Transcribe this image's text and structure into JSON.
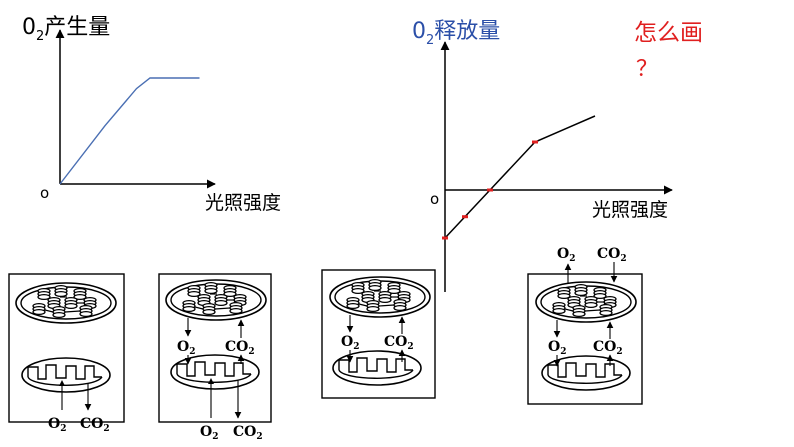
{
  "chart_left": {
    "ylabel_main": "0",
    "ylabel_sub": "2",
    "ylabel_rest": "产生量",
    "xlabel": "光照强度",
    "origin": "o"
  },
  "chart_right": {
    "ylabel_main": "0",
    "ylabel_sub": "2",
    "ylabel_rest": "释放量",
    "xlabel": "光照强度",
    "origin": "o",
    "question_line1": "怎么画",
    "question_line2": "？"
  },
  "chemicals": {
    "o": "O",
    "co": "CO",
    "sub2": "2"
  },
  "colors": {
    "left_curve": "#4a6fb3",
    "right_ylabel": "#2b4fa8",
    "question": "#e02020",
    "marker": "#e02020"
  },
  "chart_data": [
    {
      "type": "line",
      "series": [
        {
          "x": [
            0,
            0.5,
            0.85,
            1.0,
            1.55
          ],
          "y": [
            0,
            0.55,
            0.9,
            1.0,
            1.0
          ]
        }
      ]
    },
    {
      "type": "line",
      "series": [
        {
          "x": [
            0,
            0.45,
            0.9,
            1.5
          ],
          "y": [
            -0.48,
            0,
            0.48,
            0.74
          ]
        }
      ],
      "markers": [
        0,
        0.2,
        0.45,
        0.9
      ]
    }
  ]
}
